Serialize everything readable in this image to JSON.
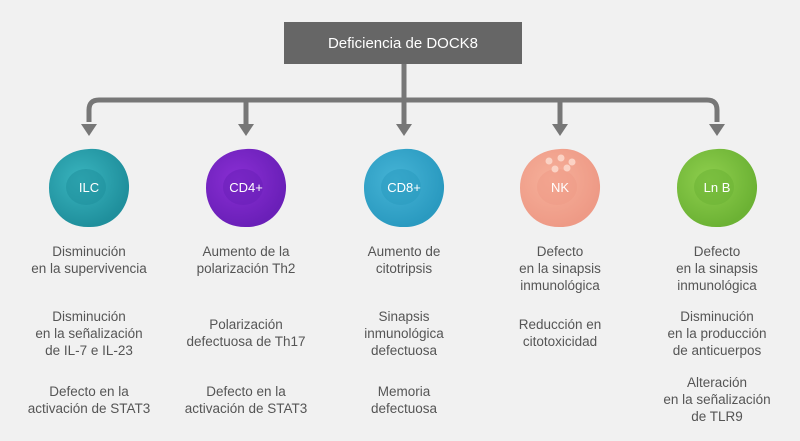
{
  "diagram": {
    "title": "Deficiencia de DOCK8",
    "colors": {
      "title_bg": "#666666",
      "connector": "#777777",
      "text": "#555555"
    },
    "columns": [
      {
        "id": "ilc",
        "label": "ILC",
        "icon": "cell-icon",
        "colors": {
          "outer": "#3ab5bf",
          "inner": "#1f8f9c"
        },
        "effects": [
          "Disminución\nen la supervivencia",
          "Disminución\nen la señalización\nde IL-7 e IL-23",
          "Defecto en la\nactivación de STAT3"
        ]
      },
      {
        "id": "cd4",
        "label": "CD4+",
        "icon": "cell-icon",
        "colors": {
          "outer": "#8a2fd4",
          "inner": "#6a1fb8"
        },
        "effects": [
          "Aumento de la\npolarización Th2",
          "Polarización\ndefectuosa de Th17",
          "Defecto en la\nactivación de STAT3"
        ]
      },
      {
        "id": "cd8",
        "label": "CD8+",
        "icon": "cell-icon",
        "colors": {
          "outer": "#46b4d6",
          "inner": "#2a9ac0"
        },
        "effects": [
          "Aumento de\ncitotripsis",
          "Sinapsis\ninmunológica\ndefectuosa",
          "Memoria\ndefectuosa"
        ]
      },
      {
        "id": "nk",
        "label": "NK",
        "icon": "cell-icon",
        "colors": {
          "outer": "#f6b09a",
          "inner": "#ee9a86"
        },
        "effects": [
          "Defecto\nen la sinapsis\ninmunológica",
          "Reducción en\ncitotoxicidad"
        ]
      },
      {
        "id": "lnb",
        "label": "Ln B",
        "icon": "cell-icon",
        "colors": {
          "outer": "#8fcf4e",
          "inner": "#6cb234"
        },
        "effects": [
          "Defecto\nen la sinapsis\ninmunológica",
          "Disminución\nen la producción\nde anticuerpos",
          "Alteración\nen la señalización\nde TLR9"
        ]
      }
    ]
  }
}
